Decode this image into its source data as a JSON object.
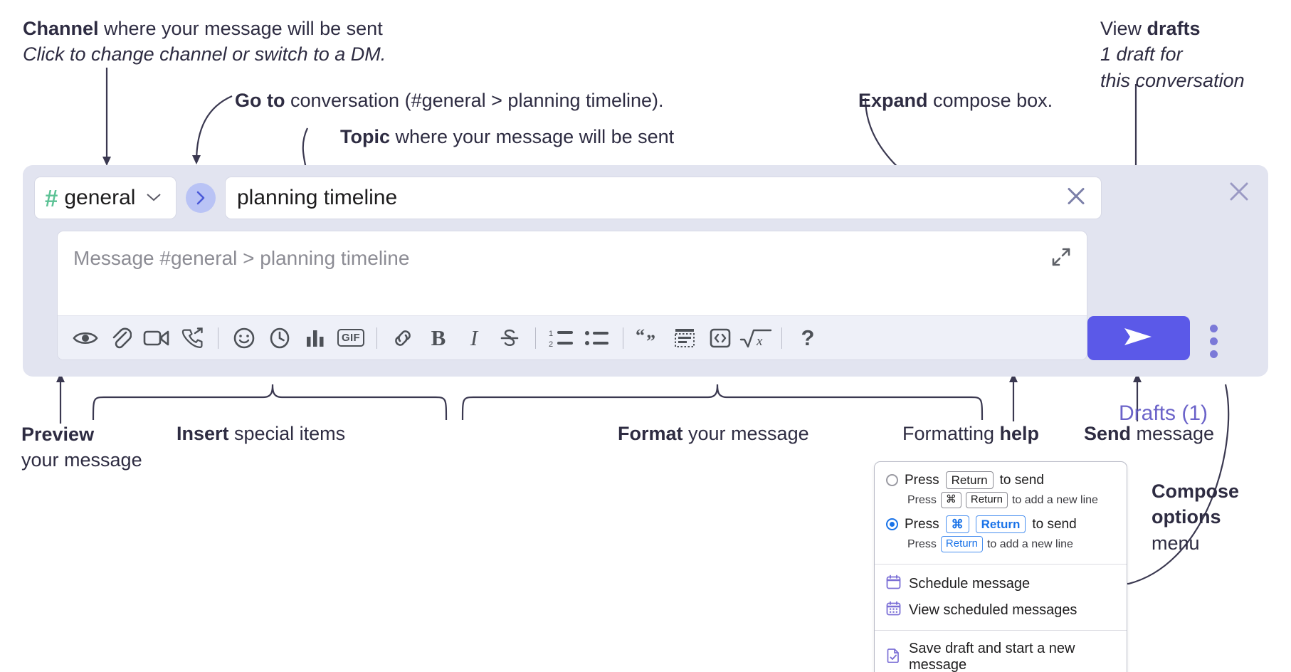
{
  "annotations": {
    "channel": {
      "bold": "Channel",
      "rest": " where your message will be sent",
      "italic": "Click to change channel or switch to a DM."
    },
    "goto": {
      "bold": "Go to",
      "rest": " conversation (#general > planning timeline)."
    },
    "topic": {
      "bold": "Topic",
      "rest": " where your message will be sent"
    },
    "expand": {
      "bold": "Expand",
      "rest": " compose box."
    },
    "drafts": {
      "line1_plain": "View ",
      "line1_bold": "drafts",
      "line2": "1 draft for",
      "line3": "this conversation"
    },
    "preview": {
      "bold": "Preview",
      "line2": "your message"
    },
    "insert": {
      "bold": "Insert",
      "rest": " special items"
    },
    "format": {
      "bold": "Format",
      "rest": " your message"
    },
    "help": {
      "plain": "Formatting ",
      "bold": "help"
    },
    "send": {
      "bold": "Send",
      "rest": " message"
    },
    "compose_options": {
      "line1": "Compose",
      "line2": "options",
      "line3": "menu"
    }
  },
  "compose": {
    "channel_name": "general",
    "channel_icon": "hash-icon",
    "channel_chevron_icon": "chevron-down-icon",
    "go_to_conversation_icon": "chevron-right-icon",
    "topic_value": "planning timeline",
    "topic_clear_icon": "close-icon",
    "message_placeholder": "Message #general > planning timeline",
    "expand_icon": "expand-diagonal-icon",
    "drafts_label": "Drafts (1)",
    "panel_close_icon": "close-icon",
    "send_icon": "send-paper-plane-icon",
    "kebab_icon": "more-vertical-icon",
    "accent_purple": "#5b59e8",
    "panel_bg": "#e2e4f0",
    "drafts_link_color": "#6b63c9",
    "hash_green": "#5cc295",
    "toolbar": [
      {
        "name": "preview-icon",
        "label": "Preview"
      },
      {
        "name": "paperclip-icon",
        "label": "Attach file"
      },
      {
        "name": "video-camera-icon",
        "label": "Record video clip"
      },
      {
        "name": "phone-forward-icon",
        "label": "Record audio clip"
      },
      {
        "name": "divider",
        "label": ""
      },
      {
        "name": "emoji-smiley-icon",
        "label": "Emoji"
      },
      {
        "name": "clock-icon",
        "label": "Reminder"
      },
      {
        "name": "bar-chart-icon",
        "label": "Poll"
      },
      {
        "name": "gif-icon",
        "label": "GIF"
      },
      {
        "name": "divider",
        "label": ""
      },
      {
        "name": "link-icon",
        "label": "Link"
      },
      {
        "name": "bold-icon",
        "label": "B"
      },
      {
        "name": "italic-icon",
        "label": "I"
      },
      {
        "name": "strikethrough-icon",
        "label": "Strikethrough"
      },
      {
        "name": "divider",
        "label": ""
      },
      {
        "name": "ordered-list-icon",
        "label": "Ordered list"
      },
      {
        "name": "bulleted-list-icon",
        "label": "Bulleted list"
      },
      {
        "name": "divider",
        "label": ""
      },
      {
        "name": "blockquote-icon",
        "label": "Blockquote"
      },
      {
        "name": "code-block-icon",
        "label": "Code block"
      },
      {
        "name": "inline-code-icon",
        "label": "Code"
      },
      {
        "name": "math-sqrt-icon",
        "label": "Math"
      },
      {
        "name": "divider",
        "label": ""
      },
      {
        "name": "help-question-icon",
        "label": "?"
      }
    ]
  },
  "menu": {
    "options": [
      {
        "selected": false,
        "pre": "Press",
        "keys": [
          "Return"
        ],
        "post": "to send",
        "sub_pre": "Press",
        "sub_keys": [
          "⌘",
          "Return"
        ],
        "sub_post": "to add a new line"
      },
      {
        "selected": true,
        "pre": "Press",
        "keys": [
          "⌘",
          "Return"
        ],
        "post": "to send",
        "sub_pre": "Press",
        "sub_keys": [
          "Return"
        ],
        "sub_post": "to add a new line"
      }
    ],
    "items": [
      {
        "icon": "calendar-icon",
        "label": "Schedule message"
      },
      {
        "icon": "calendar-grid-icon",
        "label": "View scheduled messages"
      },
      {
        "icon": "file-check-icon",
        "label": "Save draft and start a new message"
      }
    ]
  }
}
